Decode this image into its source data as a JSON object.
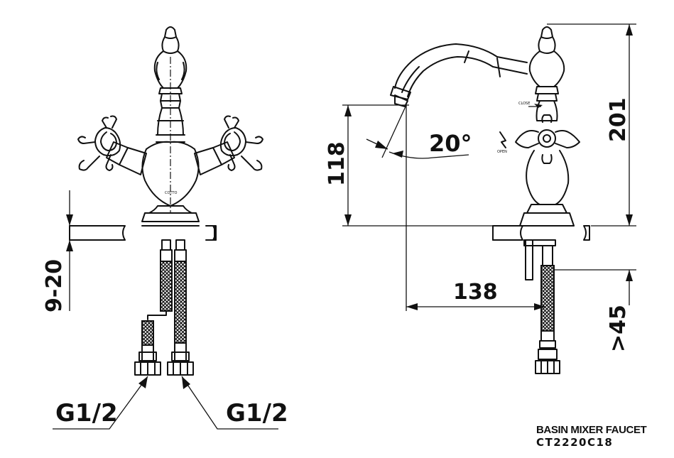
{
  "title": {
    "name": "BASIN MIXER FAUCET",
    "model": "CT2220C18"
  },
  "front_view": {
    "deck_thickness_label": "9-20",
    "left_connection_label": "G1/2",
    "right_connection_label": "G1/2",
    "brand_mark": "COTTO"
  },
  "side_view": {
    "height_label": "201",
    "spout_height_label": "118",
    "spout_angle_label": "20°",
    "spout_reach_label": "138",
    "hose_label": ">45",
    "close_label": "CLOSE",
    "open_label": "OPEN"
  }
}
